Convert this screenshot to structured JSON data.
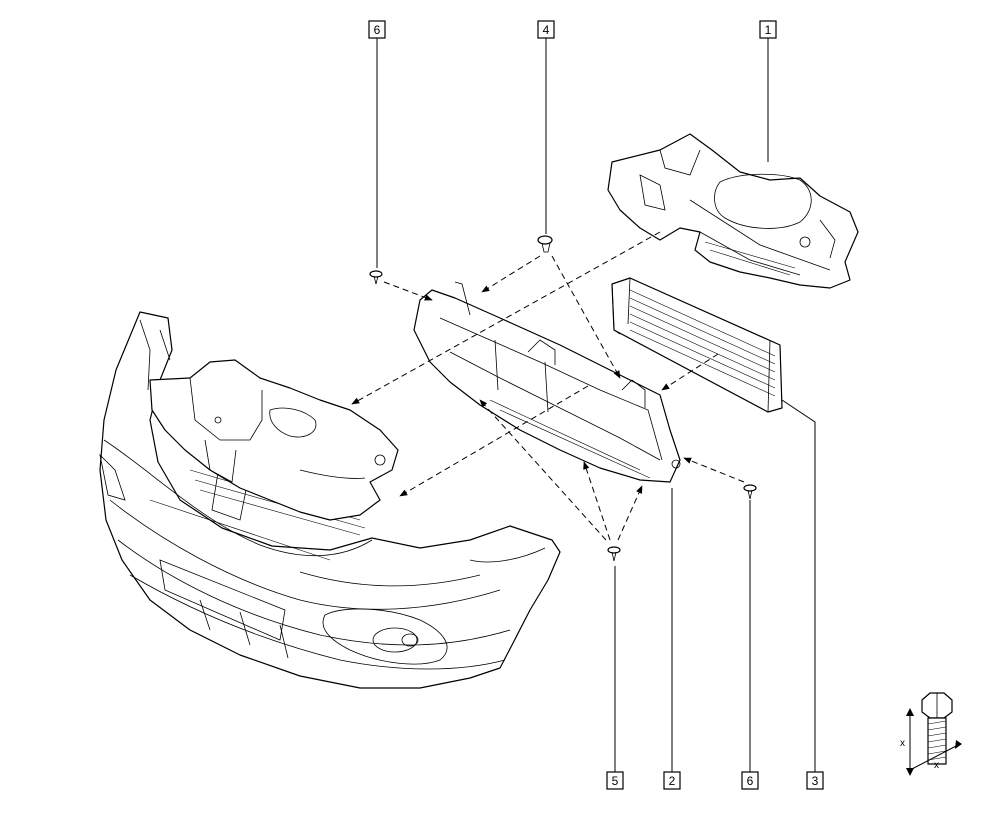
{
  "callouts": [
    {
      "id": "c6a",
      "label": "6"
    },
    {
      "id": "c4",
      "label": "4"
    },
    {
      "id": "c1",
      "label": "1"
    },
    {
      "id": "c5",
      "label": "5"
    },
    {
      "id": "c2",
      "label": "2"
    },
    {
      "id": "c6b",
      "label": "6"
    },
    {
      "id": "c3",
      "label": "3"
    }
  ],
  "thread_symbol": {
    "dim_a": "x",
    "dim_b": "x"
  },
  "colors": {
    "line": "#000000",
    "background": "#ffffff"
  }
}
